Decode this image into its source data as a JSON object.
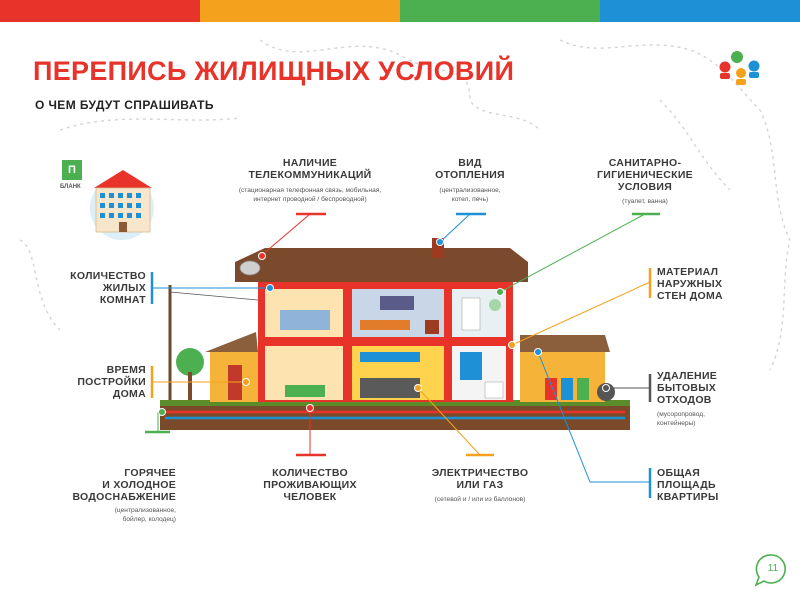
{
  "header": {
    "title": "ПЕРЕПИСЬ ЖИЛИЩНЫХ УСЛОВИЙ",
    "subtitle": "О ЧЕМ БУДУТ СПРАШИВАТЬ",
    "stripe_colors": [
      "#e8332a",
      "#f4a21d",
      "#4caf50",
      "#1e90d6"
    ]
  },
  "blank": {
    "letter": "П",
    "caption": "БЛАНК"
  },
  "labels": {
    "telecom": {
      "lines": [
        "НАЛИЧИЕ",
        "ТЕЛЕКОММУНИКАЦИЙ"
      ],
      "sub": [
        "(стационарная телефонная связь, мобильная,",
        "интернет проводной / беспроводной)"
      ]
    },
    "heating": {
      "lines": [
        "ВИД",
        "ОТОПЛЕНИЯ"
      ],
      "sub": [
        "(централизованное,",
        "котел, печь)"
      ]
    },
    "sanitary": {
      "lines": [
        "САНИТАРНО-",
        "ГИГИЕНИЧЕСКИЕ",
        "УСЛОВИЯ"
      ],
      "sub": [
        "(туалет, ванна)"
      ]
    },
    "rooms": {
      "lines": [
        "КОЛИЧЕСТВО",
        "ЖИЛЫХ",
        "КОМНАТ"
      ]
    },
    "walls": {
      "lines": [
        "МАТЕРИАЛ",
        "НАРУЖНЫХ",
        "СТЕН ДОМА"
      ]
    },
    "built": {
      "lines": [
        "ВРЕМЯ",
        "ПОСТРОЙКИ",
        "ДОМА"
      ]
    },
    "waste": {
      "lines": [
        "УДАЛЕНИЕ",
        "БЫТОВЫХ",
        "ОТХОДОВ"
      ],
      "sub": [
        "(мусоропровод,",
        "контейнеры)"
      ]
    },
    "water": {
      "lines": [
        "ГОРЯЧЕЕ",
        "И ХОЛОДНОЕ",
        "ВОДОСНАБЖЕНИЕ"
      ],
      "sub": [
        "(централизованное,",
        "бойлер, колодец)"
      ]
    },
    "residents": {
      "lines": [
        "КОЛИЧЕСТВО",
        "ПРОЖИВАЮЩИХ",
        "ЧЕЛОВЕК"
      ]
    },
    "energy": {
      "lines": [
        "ЭЛЕКТРИЧЕСТВО",
        "ИЛИ ГАЗ"
      ],
      "sub": [
        "(сетевой и / или из баллонов)"
      ]
    },
    "area": {
      "lines": [
        "ОБЩАЯ",
        "ПЛОЩАДЬ",
        "КВАРТИРЫ"
      ]
    }
  },
  "page_number": "11",
  "colors": {
    "red": "#e8332a",
    "orange": "#f4a21d",
    "green": "#4caf50",
    "blue": "#1e90d6"
  }
}
